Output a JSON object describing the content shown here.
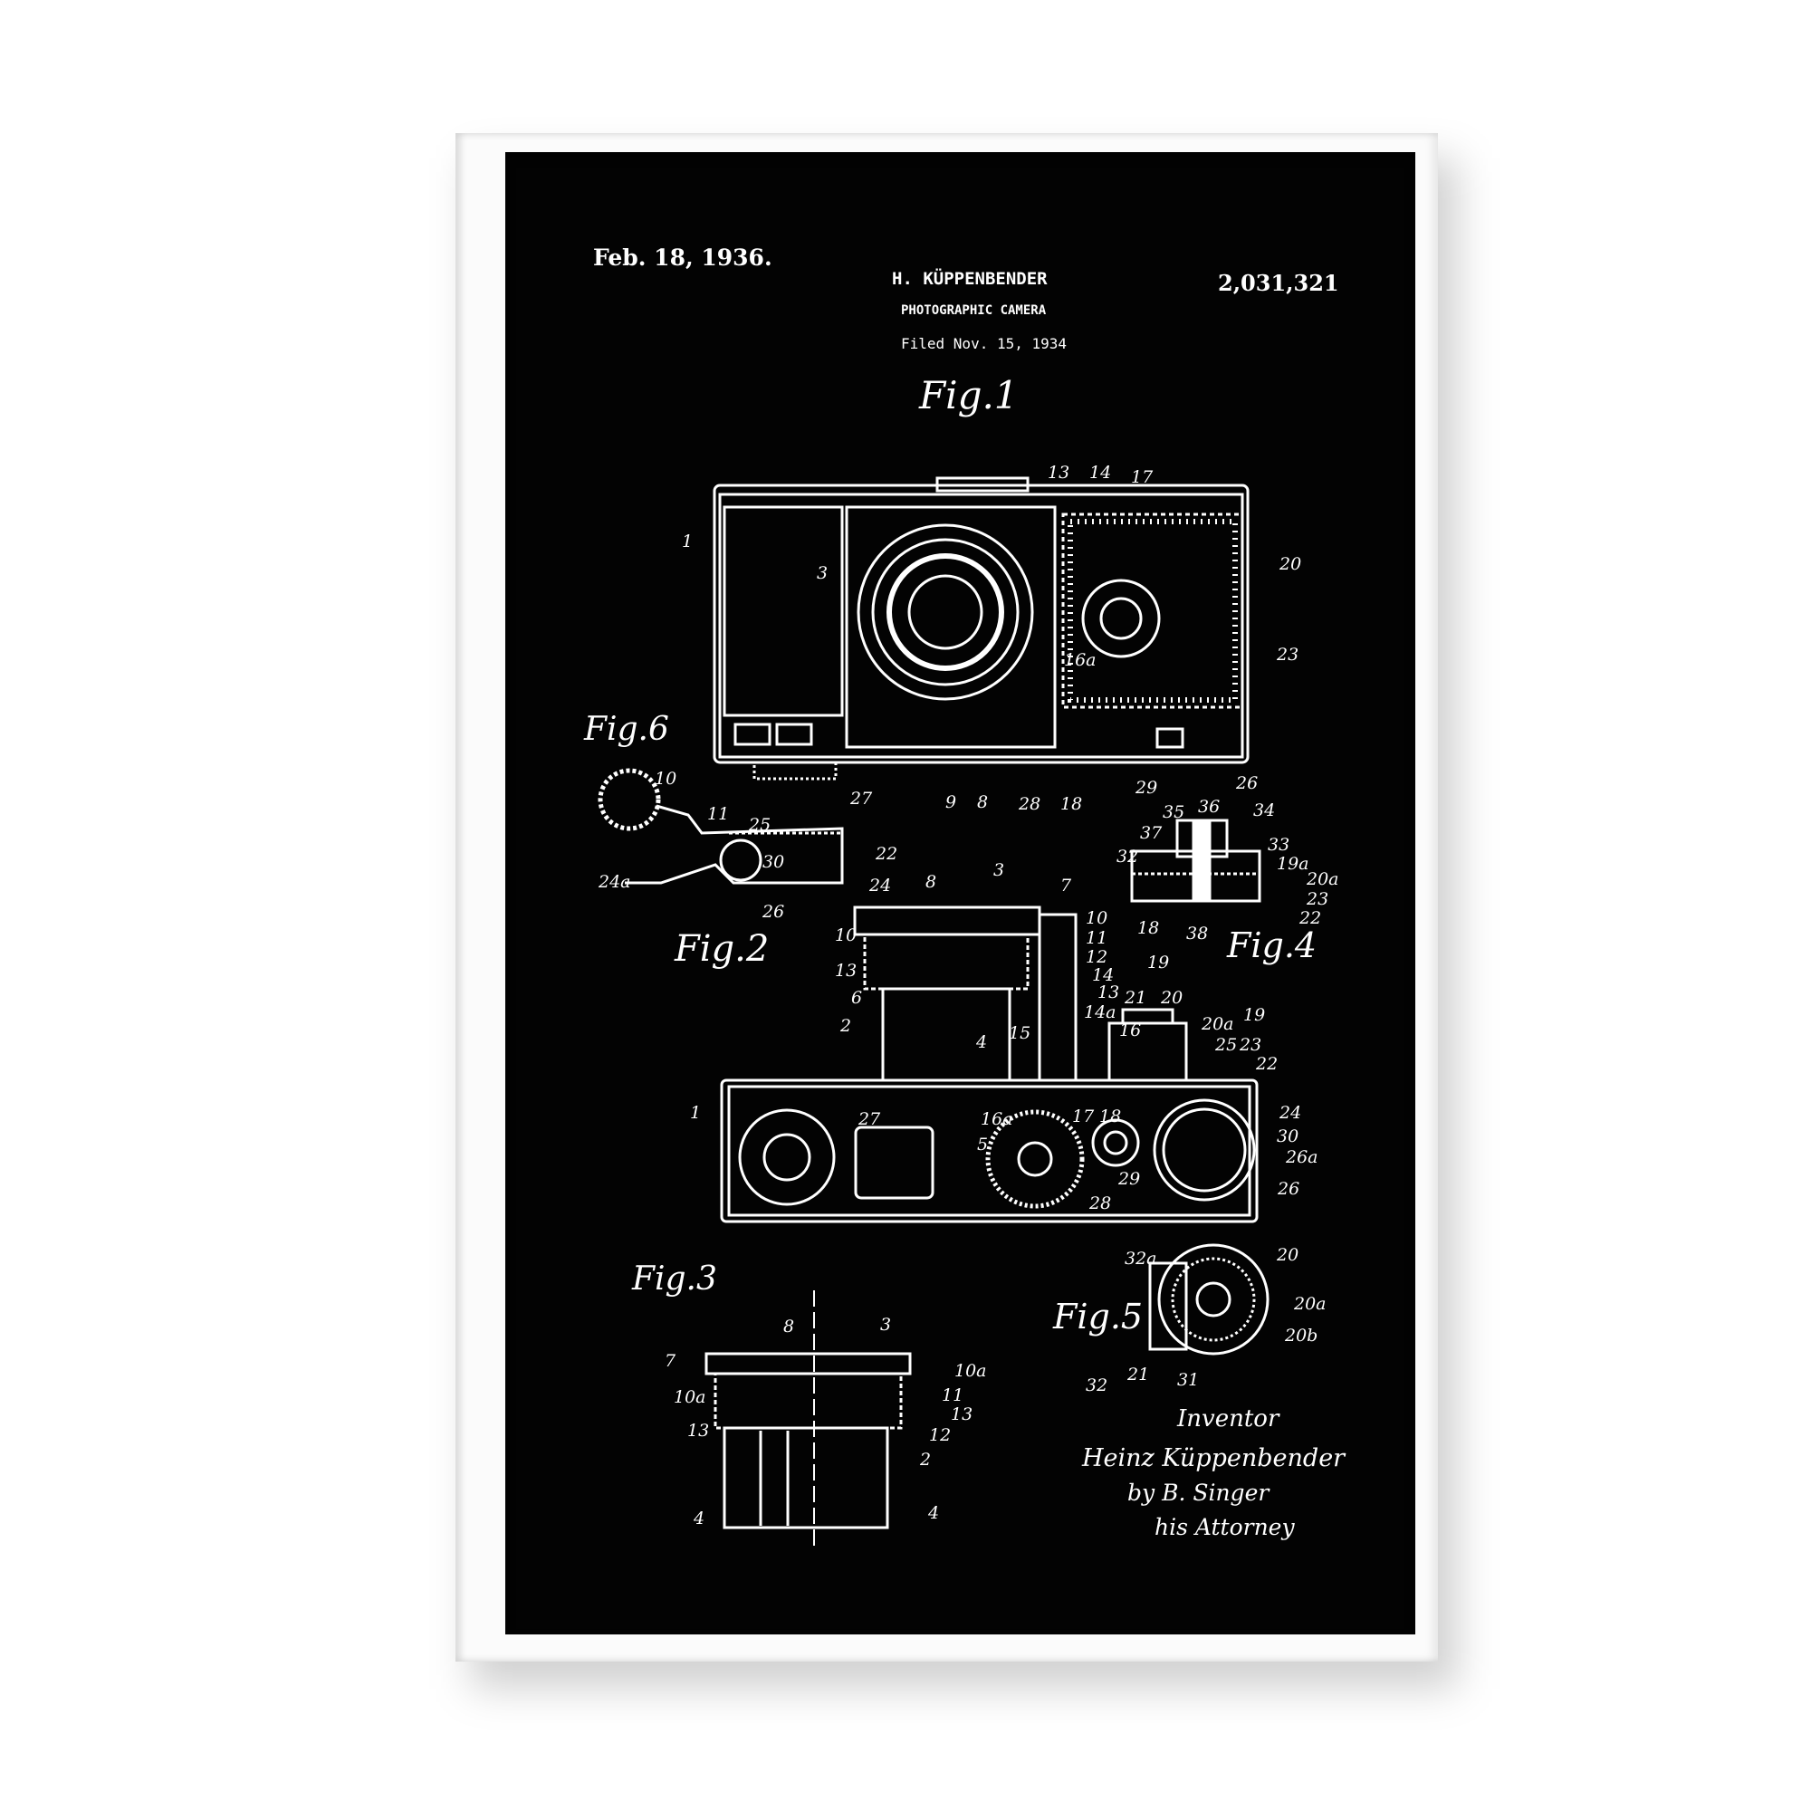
{
  "poster": {
    "date": "Feb. 18, 1936.",
    "inventor_header": "H. KÜPPENBENDER",
    "title": "PHOTOGRAPHIC CAMERA",
    "filed": "Filed Nov. 15, 1934",
    "patent_number": "2,031,321",
    "figures": [
      "Fig.1",
      "Fig.6",
      "Fig.2",
      "Fig.4",
      "Fig.3",
      "Fig.5"
    ],
    "signature": {
      "label": "Inventor",
      "name": "Heinz Küppenbender",
      "by": "by B. Singer",
      "attorney": "his Attorney"
    },
    "callouts": {
      "fig1": [
        "1",
        "3",
        "13",
        "14",
        "17",
        "20",
        "23",
        "16a",
        "26",
        "29",
        "18",
        "28",
        "8",
        "9",
        "27"
      ],
      "fig6": [
        "10",
        "11",
        "25",
        "30",
        "22",
        "24",
        "24a",
        "26"
      ],
      "fig4": [
        "35",
        "36",
        "34",
        "33",
        "37",
        "32",
        "19a",
        "20a",
        "23",
        "22",
        "18",
        "38",
        "19"
      ],
      "fig2": [
        "8",
        "3",
        "7",
        "10",
        "10",
        "11",
        "12",
        "13",
        "14",
        "13",
        "14a",
        "6",
        "21",
        "20",
        "2",
        "15",
        "16",
        "20a",
        "19",
        "25",
        "23",
        "22",
        "4",
        "1",
        "27",
        "16a",
        "5",
        "17",
        "18",
        "24",
        "30",
        "26a",
        "26",
        "29",
        "28"
      ],
      "fig3": [
        "8",
        "3",
        "7",
        "10a",
        "10a",
        "11",
        "13",
        "12",
        "13",
        "2",
        "4",
        "4"
      ],
      "fig5": [
        "32a",
        "20",
        "20a",
        "20b",
        "32",
        "21",
        "31"
      ]
    }
  },
  "colors": {
    "frame": "#fbfbfb",
    "poster": "#030303",
    "ink": "#ffffff"
  }
}
